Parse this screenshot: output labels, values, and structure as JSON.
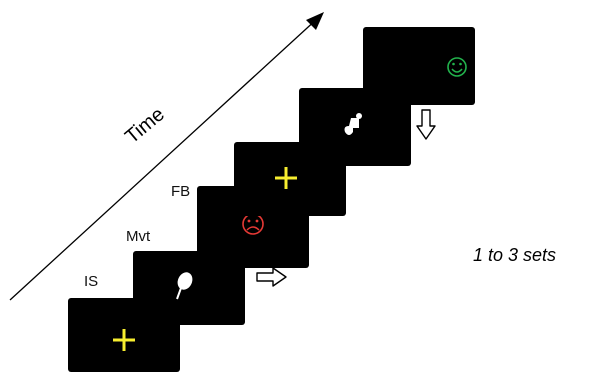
{
  "labels": {
    "time": "Time",
    "is": "IS",
    "mvt": "Mvt",
    "fb": "FB",
    "sets": "1 to 3 sets"
  },
  "icons": {
    "fixation_cross": "plus-icon",
    "hand_cue_1": "hand-icon",
    "sad_feedback": "sad-face-icon",
    "hand_cue_2": "hand-icon",
    "happy_feedback": "happy-face-icon",
    "right_arrow": "arrow-right-icon",
    "down_arrow": "arrow-down-icon"
  },
  "colors": {
    "background": "#ffffff",
    "frame": "#000000",
    "cross": "#f7ee2f",
    "sad_face": "#e53935",
    "happy_face": "#22b24c",
    "cue": "#ffffff",
    "time_arrow": "#000000"
  }
}
